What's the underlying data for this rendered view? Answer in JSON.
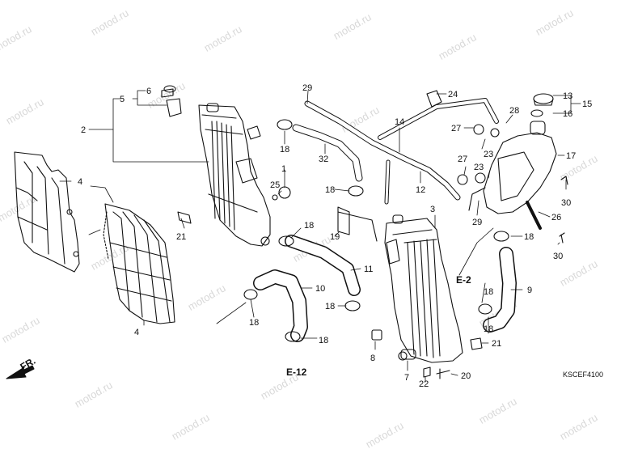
{
  "watermark": "motod.ru",
  "diagram_code": "KSCEF4100",
  "front_arrow_label": "FR.",
  "ref_labels": {
    "e2": "E-2",
    "e12": "E-12"
  },
  "labels": {
    "l1": "1",
    "l2": "2",
    "l3": "3",
    "l4a": "4",
    "l4b": "4",
    "l5": "5",
    "l6": "6",
    "l7": "7",
    "l8": "8",
    "l9": "9",
    "l10": "10",
    "l11": "11",
    "l12": "12",
    "l13": "13",
    "l14": "14",
    "l15": "15",
    "l16": "16",
    "l17": "17",
    "l18a": "18",
    "l18b": "18",
    "l18c": "18",
    "l18d": "18",
    "l18e": "18",
    "l18f": "18",
    "l18g": "18",
    "l18h": "18",
    "l18i": "18",
    "l19": "19",
    "l20": "20",
    "l21a": "21",
    "l21b": "21",
    "l22": "22",
    "l23a": "23",
    "l23b": "23",
    "l24": "24",
    "l25": "25",
    "l26": "26",
    "l27a": "27",
    "l27b": "27",
    "l28": "28",
    "l29a": "29",
    "l29b": "29",
    "l30a": "30",
    "l30b": "30",
    "l32": "32"
  }
}
